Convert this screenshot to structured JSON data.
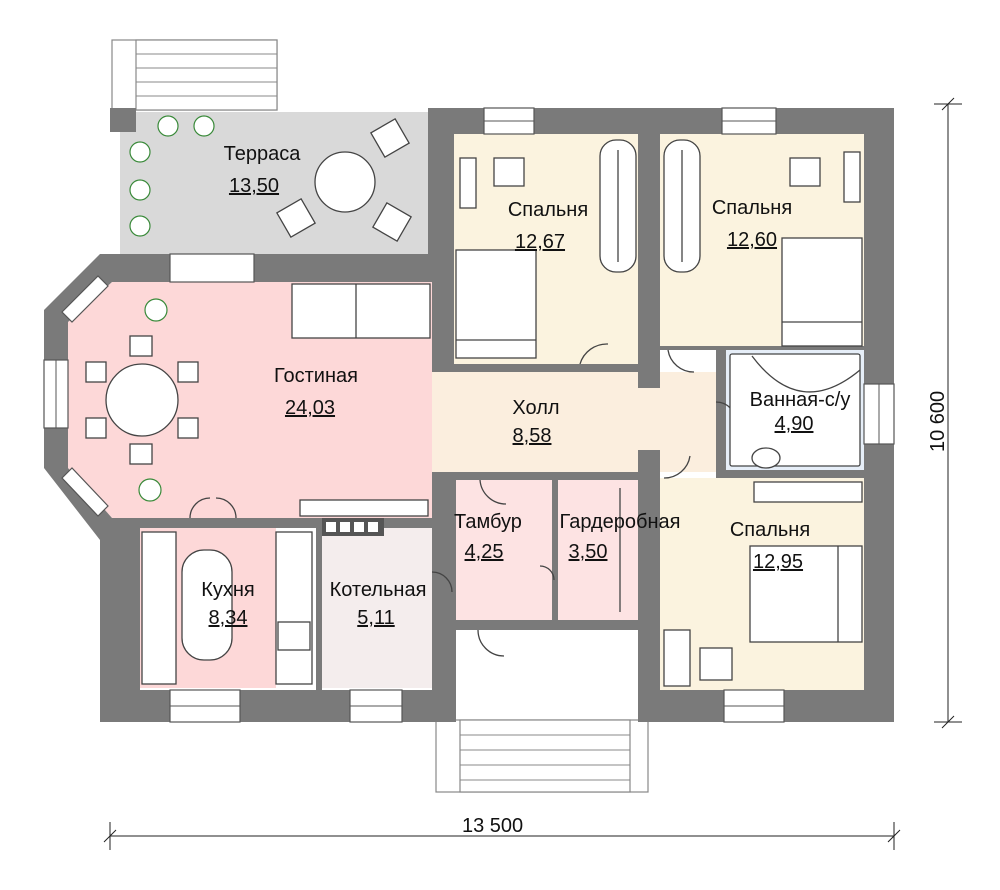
{
  "rooms": {
    "terrace": {
      "name": "Терраса",
      "area": "13,50",
      "color": "#d9d9d9"
    },
    "bedroom1": {
      "name": "Спальня",
      "area": "12,67",
      "color": "#fbf3df"
    },
    "bedroom2": {
      "name": "Спальня",
      "area": "12,60",
      "color": "#fbf3df"
    },
    "living": {
      "name": "Гостиная",
      "area": "24,03",
      "color": "#fdd8d8"
    },
    "hall": {
      "name": "Холл",
      "area": "8,58",
      "color": "#fbeede"
    },
    "bath": {
      "name": "Ванная-с/у",
      "area": "4,90",
      "color": "#e6eef8"
    },
    "vestibule": {
      "name": "Тамбур",
      "area": "4,25",
      "color": "#fde3e3"
    },
    "wardrobe": {
      "name": "Гардеробная",
      "area": "3,50",
      "color": "#fde3e3"
    },
    "bedroom3": {
      "name": "Спальня",
      "area": "12,95",
      "color": "#fbf3df"
    },
    "kitchen": {
      "name": "Кухня",
      "area": "8,34",
      "color": "#fdd8d8"
    },
    "boiler": {
      "name": "Котельная",
      "area": "5,11",
      "color": "#f4eded"
    }
  },
  "dimensions": {
    "width": "13 500",
    "height": "10 600"
  },
  "colors": {
    "wall": "#7a7a7a",
    "plant": "#3a8a3a"
  }
}
